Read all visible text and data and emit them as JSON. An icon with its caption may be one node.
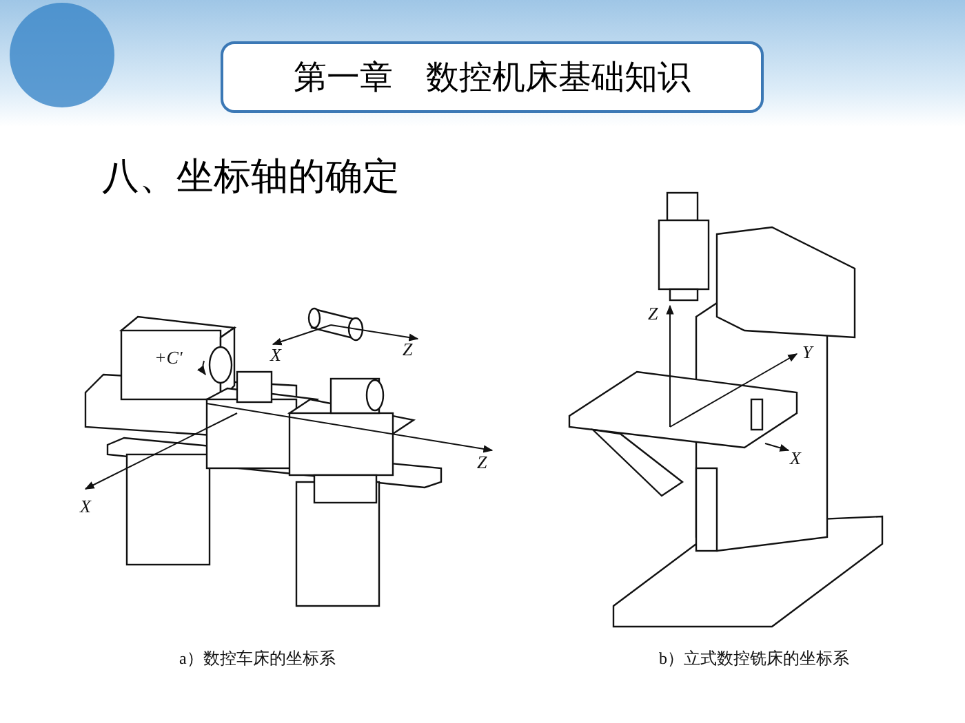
{
  "diagram": {
    "title": "第一章　数控机床基础知识",
    "labels": [
      "八、坐标轴的确定",
      "+C'",
      "X",
      "Z",
      "Z",
      "X",
      "a）数控车床的坐标系",
      "Z",
      "Y",
      "X",
      "b）立式数控铣床的坐标系"
    ]
  }
}
